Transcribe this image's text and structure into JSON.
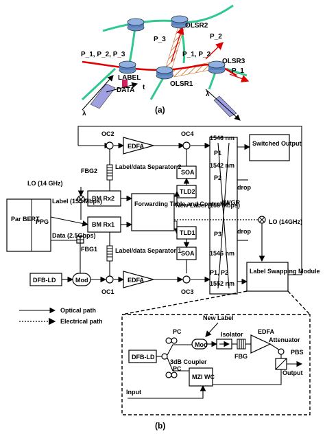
{
  "part_a": {
    "nodes": {
      "olsr1": "OLSR1",
      "olsr2": "OLSR2",
      "olsr3": "OLSR3"
    },
    "paths": {
      "p123": "P_1, P_2, P_3",
      "p3": "P_3",
      "p2": "P_2",
      "p12": "P_1, P_2",
      "p1": "P_1"
    },
    "packet": {
      "label": "LABEL",
      "data": "DATA",
      "t": "t",
      "lambda_p": "λ",
      "lambda_q": "λ"
    },
    "caption": "(a)"
  },
  "part_b": {
    "oc2": "OC2",
    "oc4": "OC4",
    "oc1": "OC1",
    "oc3": "OC3",
    "edfa": "EDFA",
    "wl_1546_top": "1546 nm",
    "p1_top": "P1",
    "wl_1542": "1542 nm",
    "p2": "P2",
    "drop1": "drop",
    "switched_output": "Switched Output",
    "fbg2": "FBG2",
    "separator2": "Label/data Separator 2",
    "fbg1": "FBG1",
    "separator1": "Label/data Separator 1",
    "lo_left": "LO (14 GHz)",
    "lo_right": "LO (14GHz)",
    "soa": "SOA",
    "tld2": "TLD2",
    "tld1": "TLD1",
    "bm_rx2": "BM Rx2",
    "bm_rx1": "BM Rx1",
    "forwarding": "Forwarding Table and Controller",
    "new_label_rate": "New Label (155 Mbps)",
    "awgr": "AWGR",
    "p3": "P3",
    "drop2": "drop",
    "wl_1546_bot": "1546 nm",
    "p1p2": "P1, P2",
    "wl_1552": "1552 nm",
    "par_bert": "Par BERT",
    "ppg": "PPG",
    "label_rate": "Label (155 Mbps)",
    "data_rate": "Data (2.5Gbps)",
    "dfb_ld": "DFB-LD",
    "mod": "Mod",
    "label_swap": "Label Swapping Module",
    "legend": {
      "optical": "Optical path",
      "electrical": "Electrical path"
    },
    "inset": {
      "new_label": "New Label",
      "pc1": "PC",
      "pc2": "PC",
      "mod": "Mod",
      "isolator": "Isolator",
      "edfa": "EDFA",
      "attenuator": "Attenuator",
      "pbs": "PBS",
      "dfb_ld": "DFB-LD",
      "coupler": "3dB Coupler",
      "fbg": "FBG",
      "mzi": "MZI WC",
      "output": "Output",
      "input": "Input"
    },
    "caption": "(b)"
  }
}
